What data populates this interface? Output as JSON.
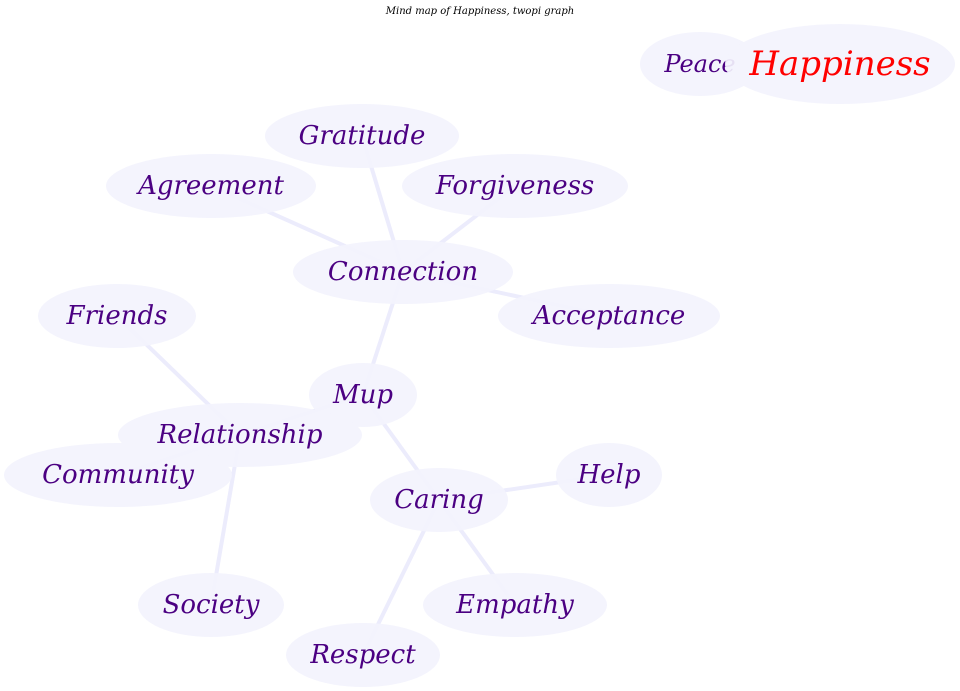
{
  "title": "Mind map of Happiness, twopi graph",
  "colors": {
    "node_fill": "#f3f3fd",
    "edge": "#ececfc",
    "label": "#4b0082",
    "root_label": "#ff0000"
  },
  "nodes": [
    {
      "id": "peace",
      "label": "Peace"
    },
    {
      "id": "happiness",
      "label": "Happiness"
    },
    {
      "id": "gratitude",
      "label": "Gratitude"
    },
    {
      "id": "agreement",
      "label": "Agreement"
    },
    {
      "id": "forgiveness",
      "label": "Forgiveness"
    },
    {
      "id": "connection",
      "label": "Connection"
    },
    {
      "id": "acceptance",
      "label": "Acceptance"
    },
    {
      "id": "friends",
      "label": "Friends"
    },
    {
      "id": "mup",
      "label": "Mup"
    },
    {
      "id": "relationship",
      "label": "Relationship"
    },
    {
      "id": "community",
      "label": "Community"
    },
    {
      "id": "caring",
      "label": "Caring"
    },
    {
      "id": "help",
      "label": "Help"
    },
    {
      "id": "society",
      "label": "Society"
    },
    {
      "id": "empathy",
      "label": "Empathy"
    },
    {
      "id": "respect",
      "label": "Respect"
    }
  ],
  "edges": [
    [
      "gratitude",
      "connection"
    ],
    [
      "agreement",
      "connection"
    ],
    [
      "forgiveness",
      "connection"
    ],
    [
      "connection",
      "acceptance"
    ],
    [
      "connection",
      "mup"
    ],
    [
      "mup",
      "relationship"
    ],
    [
      "friends",
      "relationship"
    ],
    [
      "relationship",
      "community"
    ],
    [
      "relationship",
      "society"
    ],
    [
      "mup",
      "caring"
    ],
    [
      "caring",
      "help"
    ],
    [
      "caring",
      "empathy"
    ],
    [
      "caring",
      "respect"
    ]
  ]
}
